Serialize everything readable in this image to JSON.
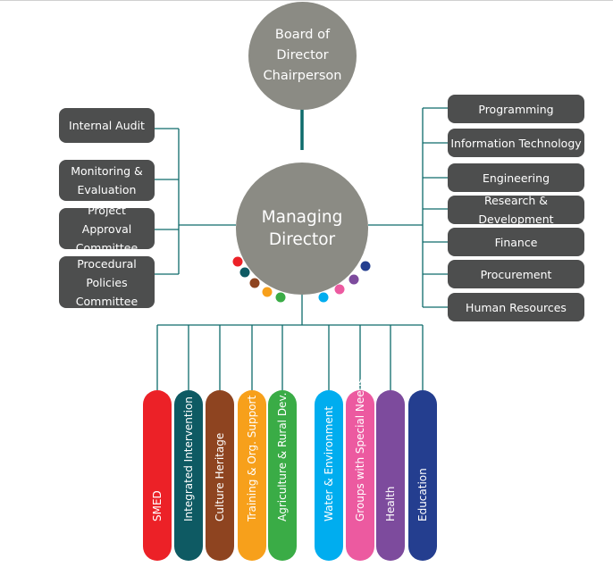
{
  "board": {
    "lines": [
      "Board of",
      "Director",
      "Chairperson"
    ]
  },
  "managing_director": {
    "lines": [
      "Managing",
      "Director"
    ]
  },
  "left_committees": [
    {
      "lines": [
        "Internal Audit"
      ]
    },
    {
      "lines": [
        "Monitoring &",
        "Evaluation"
      ]
    },
    {
      "lines": [
        "Project Approval",
        "Committee"
      ]
    },
    {
      "lines": [
        "Procedural Policies",
        "Committee"
      ]
    }
  ],
  "right_departments": [
    {
      "label": "Programming"
    },
    {
      "label": "Information Technology"
    },
    {
      "label": "Engineering"
    },
    {
      "label": "Research & Development"
    },
    {
      "label": "Finance"
    },
    {
      "label": "Procurement"
    },
    {
      "label": "Human Resources"
    }
  ],
  "programs": [
    {
      "label": "SMED",
      "color": "#ec2127"
    },
    {
      "label": "Integrated Intervention",
      "color": "#0e5a63"
    },
    {
      "label": "Culture Heritage",
      "color": "#8e4420"
    },
    {
      "label": "Training & Org. Support",
      "color": "#f7a01b"
    },
    {
      "label": "Agriculture & Rural Dev.",
      "color": "#3aac46"
    },
    {
      "label": "Water & Environment",
      "color": "#00adef"
    },
    {
      "label": "Groups with Special Needs",
      "color": "#ec5aa0"
    },
    {
      "label": "Health",
      "color": "#7d4b9d"
    },
    {
      "label": "Education",
      "color": "#243e8f"
    }
  ],
  "colors": {
    "connector": "#0e6b6b",
    "box": "#4d4e4e",
    "circle": "#8b8b84"
  }
}
